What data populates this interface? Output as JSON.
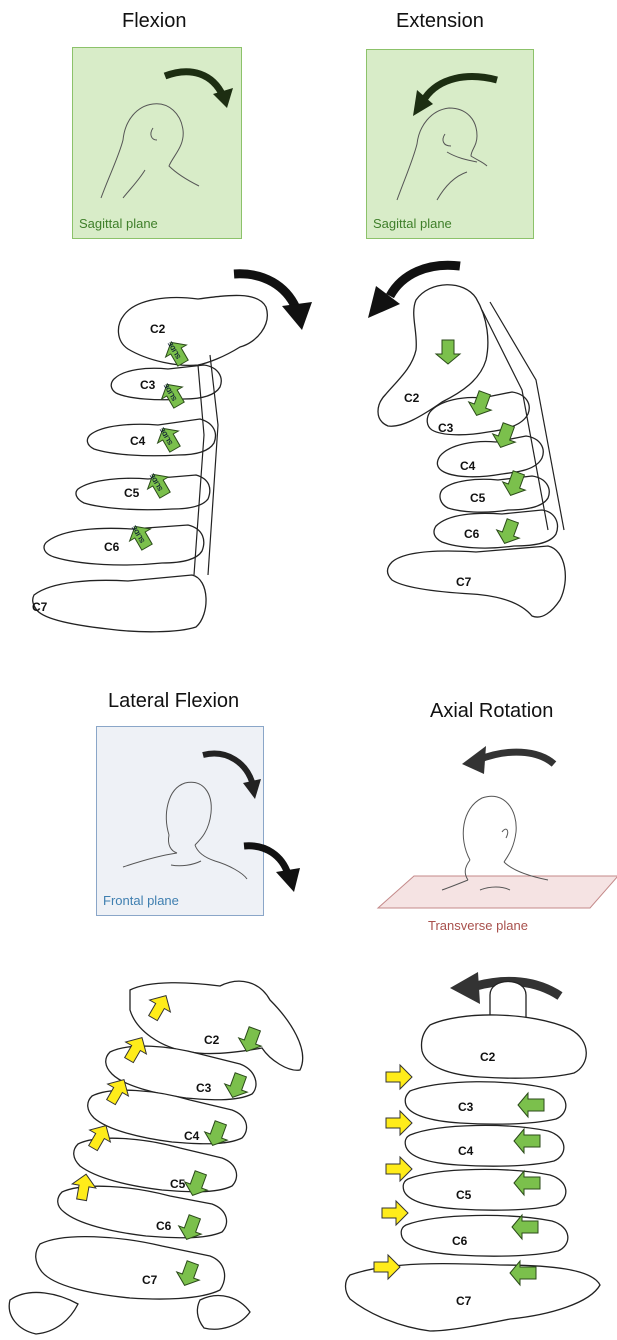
{
  "colors": {
    "sagittal_fill": "#d8ecc8",
    "sagittal_border": "#8cc26a",
    "sagittal_text": "#3f7f2a",
    "frontal_fill": "#eef1f6",
    "frontal_border": "#8aa6c8",
    "frontal_text": "#3f7fb0",
    "transverse_fill": "#f5e3e3",
    "transverse_text": "#a8504c",
    "arrow_dark": "#222222",
    "slide_green": "#7bc04c",
    "slide_yellow": "#ffec1a"
  },
  "panels": {
    "flexion": {
      "title": "Flexion",
      "plane": "Sagittal plane",
      "vertebrae": [
        "C2",
        "C3",
        "C4",
        "C5",
        "C6",
        "C7"
      ]
    },
    "extension": {
      "title": "Extension",
      "plane": "Sagittal plane",
      "vertebrae": [
        "C2",
        "C3",
        "C4",
        "C5",
        "C6",
        "C7"
      ]
    },
    "lateral_flexion": {
      "title": "Lateral Flexion",
      "plane": "Frontal plane",
      "vertebrae": [
        "C2",
        "C3",
        "C4",
        "C5",
        "C6",
        "C7"
      ]
    },
    "axial_rotation": {
      "title": "Axial Rotation",
      "plane": "Transverse plane",
      "vertebrae": [
        "C2",
        "C3",
        "C4",
        "C5",
        "C6",
        "C7"
      ]
    }
  },
  "slide_label": "SLIDE"
}
